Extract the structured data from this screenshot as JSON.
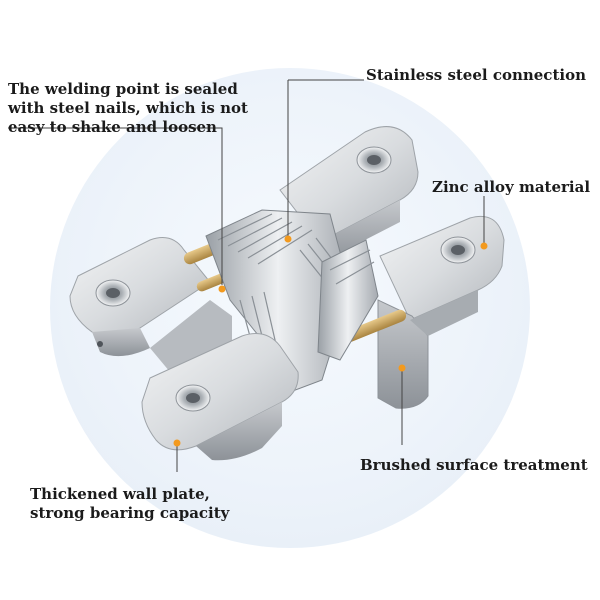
{
  "callouts": {
    "welding": {
      "lines": [
        "The welding point is sealed",
        "with steel nails, which is not",
        "easy to shake and loosen"
      ]
    },
    "stainless": {
      "text": "Stainless steel connection"
    },
    "zinc": {
      "text": "Zinc alloy material"
    },
    "brushed": {
      "text": "Brushed surface treatment"
    },
    "thickened": {
      "lines": [
        "Thickened wall plate,",
        "strong bearing capacity"
      ]
    }
  },
  "colors": {
    "marker": "#f39a1e",
    "leader": "#444444",
    "metal_light": "#eceef0",
    "metal_mid": "#c9ccd0",
    "metal_dark": "#8f949a",
    "brass": "#c9a45a",
    "background_circle": "#edf3fa"
  }
}
